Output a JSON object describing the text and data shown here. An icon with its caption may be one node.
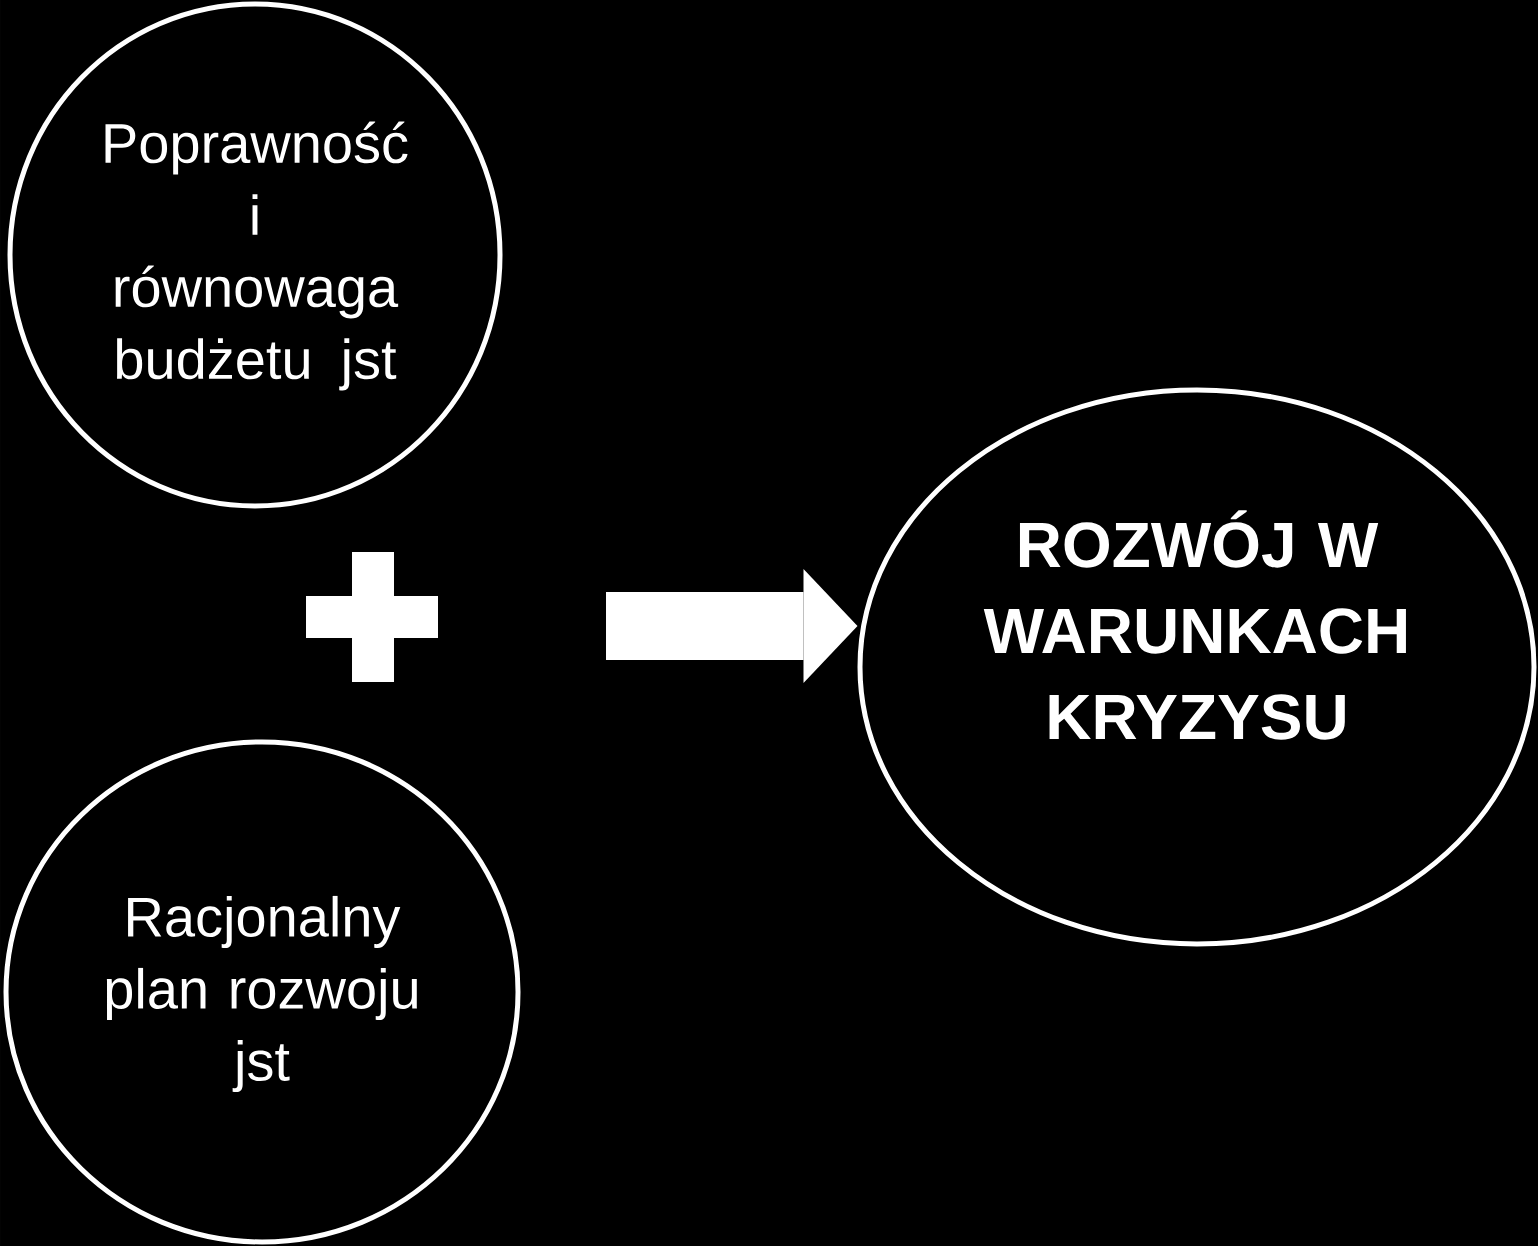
{
  "diagram": {
    "nodes": [
      {
        "text": [
          "Poprawność i równowaga budżetu jst"
        ]
      },
      {
        "text": [
          "Racjonalny plan rozwoju jst"
        ]
      },
      {
        "text": [
          "ROZWÓJ W WARUNKACH KRYZYSU"
        ]
      }
    ],
    "edges": [
      {
        "from": null,
        "to": 2,
        "arrow": "to"
      }
    ]
  }
}
